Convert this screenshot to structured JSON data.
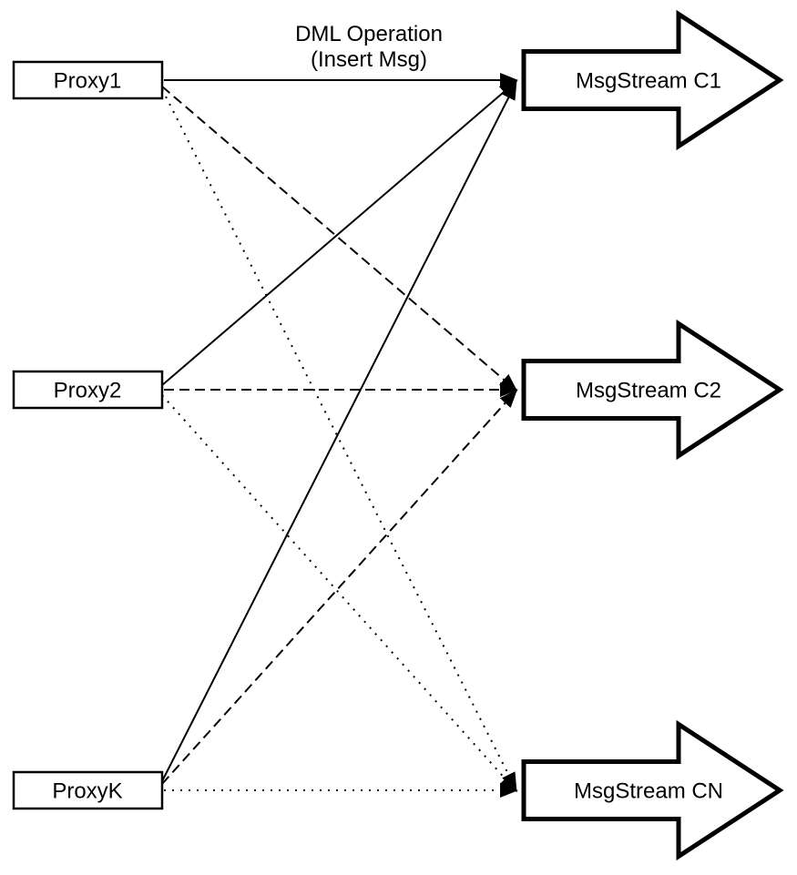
{
  "diagram": {
    "title": {
      "line1": "DML Operation",
      "line2": "(Insert Msg)"
    },
    "proxies": [
      {
        "id": "proxy1",
        "label": "Proxy1"
      },
      {
        "id": "proxy2",
        "label": "Proxy2"
      },
      {
        "id": "proxyk",
        "label": "ProxyK"
      }
    ],
    "streams": [
      {
        "id": "c1",
        "label": "MsgStream C1"
      },
      {
        "id": "c2",
        "label": "MsgStream C2"
      },
      {
        "id": "cn",
        "label": "MsgStream CN"
      }
    ],
    "connections": [
      {
        "from": "Proxy1",
        "to": "MsgStream C1",
        "line_style": "solid"
      },
      {
        "from": "Proxy1",
        "to": "MsgStream C2",
        "line_style": "dashed"
      },
      {
        "from": "Proxy1",
        "to": "MsgStream CN",
        "line_style": "dotted"
      },
      {
        "from": "Proxy2",
        "to": "MsgStream C1",
        "line_style": "solid"
      },
      {
        "from": "Proxy2",
        "to": "MsgStream C2",
        "line_style": "dashed"
      },
      {
        "from": "Proxy2",
        "to": "MsgStream CN",
        "line_style": "dotted"
      },
      {
        "from": "ProxyK",
        "to": "MsgStream C1",
        "line_style": "solid"
      },
      {
        "from": "ProxyK",
        "to": "MsgStream C2",
        "line_style": "dashed"
      },
      {
        "from": "ProxyK",
        "to": "MsgStream CN",
        "line_style": "dotted"
      }
    ],
    "colors": {
      "stroke": "#000000",
      "fill": "#ffffff",
      "background": "#ffffff"
    }
  }
}
